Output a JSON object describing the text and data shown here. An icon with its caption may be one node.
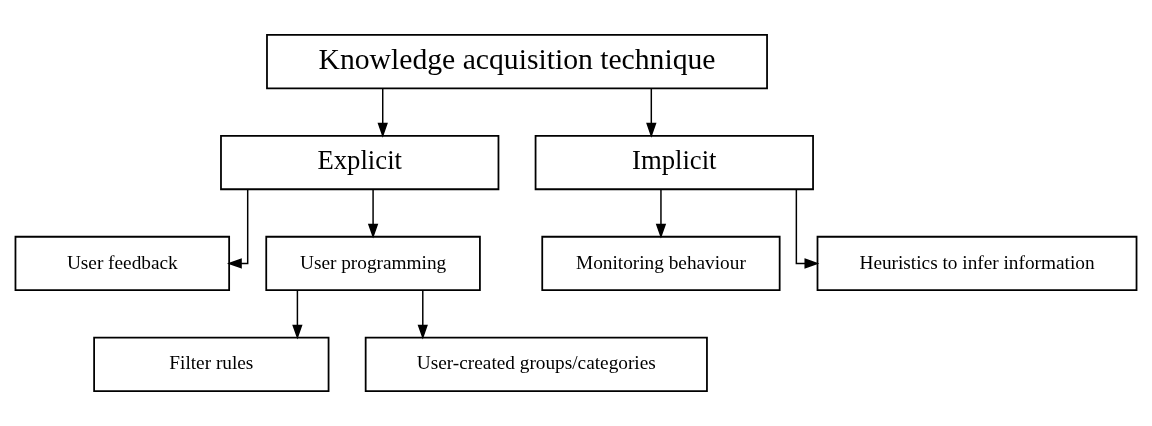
{
  "diagram": {
    "nodes": [
      {
        "text": [
          "Knowledge acquisition technique"
        ]
      },
      {
        "text": [
          "Explicit"
        ]
      },
      {
        "text": [
          "Implicit"
        ]
      },
      {
        "text": [
          "User feedback"
        ]
      },
      {
        "text": [
          "User programming"
        ]
      },
      {
        "text": [
          "Monitoring behaviour"
        ]
      },
      {
        "text": [
          "Heuristics to infer information"
        ]
      },
      {
        "text": [
          "Filter rules"
        ]
      },
      {
        "text": [
          "User-created groups/categories"
        ]
      }
    ],
    "edges": [
      {
        "from": 0,
        "to": 1,
        "arrow": "to"
      },
      {
        "from": 0,
        "to": 2,
        "arrow": "to"
      },
      {
        "from": 1,
        "to": 3,
        "arrow": "to"
      },
      {
        "from": 1,
        "to": 4,
        "arrow": "to"
      },
      {
        "from": 2,
        "to": 5,
        "arrow": "to"
      },
      {
        "from": 2,
        "to": 6,
        "arrow": "to"
      },
      {
        "from": 4,
        "to": 7,
        "arrow": "to"
      },
      {
        "from": 4,
        "to": 8,
        "arrow": "to"
      }
    ]
  }
}
